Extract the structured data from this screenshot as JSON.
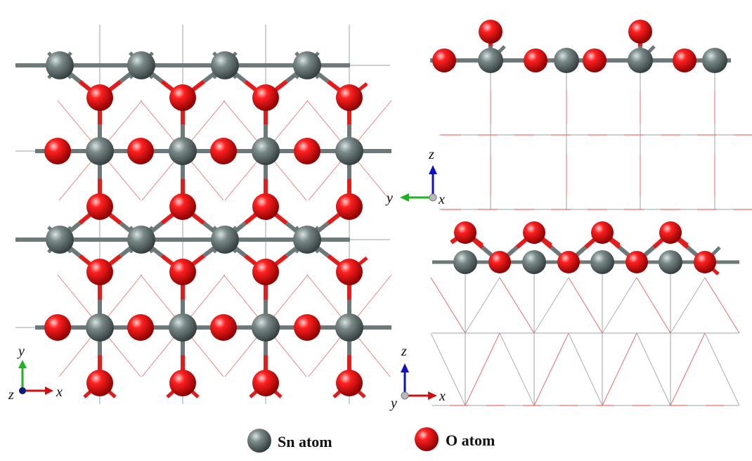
{
  "colors": {
    "sn": "#5e6b6b",
    "o": "#e41212",
    "bond_gray": "#6d7979",
    "bond_red": "#e31b1b",
    "axis_x": "#d01010",
    "axis_y": "#1fb41f",
    "axis_z": "#1010c8"
  },
  "views": [
    {
      "name": "top-view",
      "axes": {
        "right": "x",
        "up": "y",
        "out": "z"
      }
    },
    {
      "name": "side-view-yz",
      "axes": {
        "left": "y",
        "up": "z",
        "out": "x"
      }
    },
    {
      "name": "side-view-xz",
      "axes": {
        "right": "x",
        "up": "z",
        "out": "y"
      }
    }
  ],
  "legend": [
    {
      "id": "sn",
      "label": "Sn atom"
    },
    {
      "id": "o",
      "label": "O atom"
    }
  ]
}
